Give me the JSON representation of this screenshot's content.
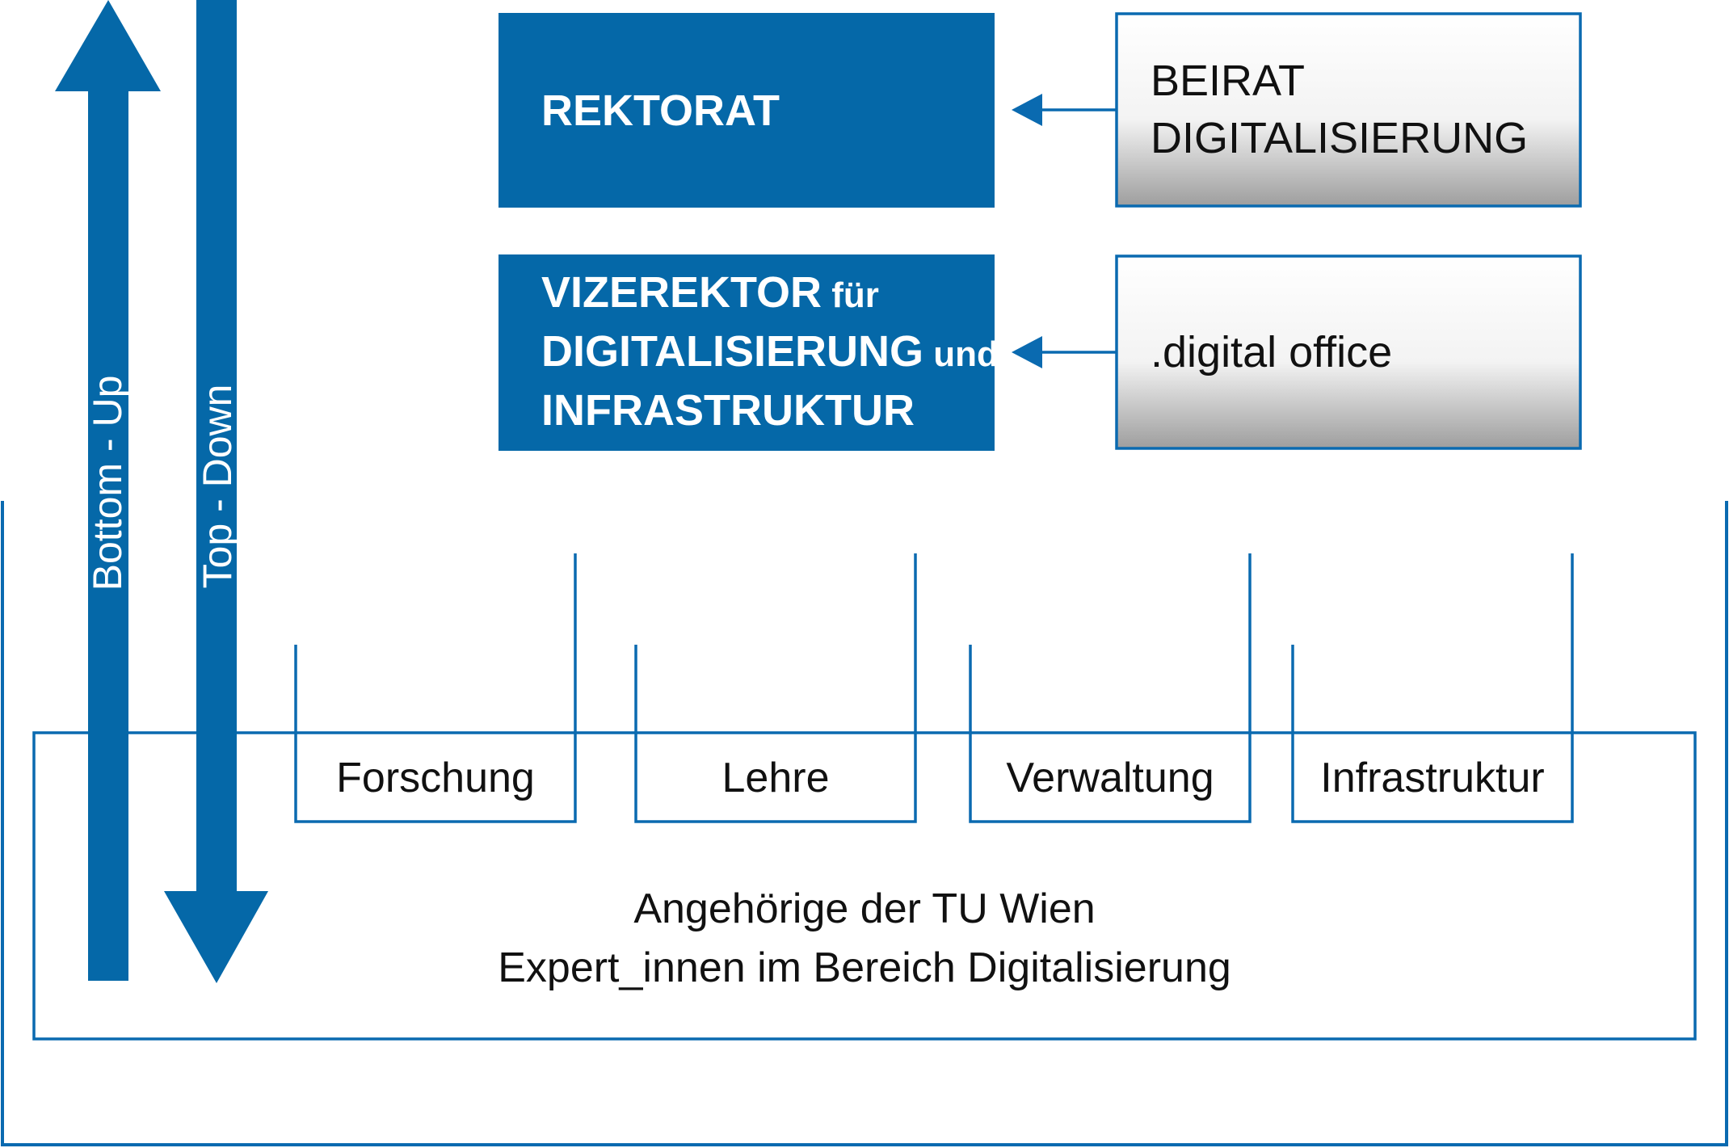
{
  "colors": {
    "primary_blue": "#0568a8",
    "line_blue": "#0a6ab0",
    "text_dark": "#111111",
    "text_white": "#ffffff",
    "gradient_light": "#ffffff",
    "gradient_dark": "#9e9e9e"
  },
  "arrows": {
    "bottom_up": {
      "label": "Bottom - Up",
      "direction": "up"
    },
    "top_down": {
      "label": "Top - Down",
      "direction": "down"
    }
  },
  "leadership": {
    "rektorat": {
      "label": "REKTORAT"
    },
    "vizerektor": {
      "lines": [
        [
          {
            "text": "VIZEREKTOR"
          },
          {
            "text": " für",
            "small": true
          }
        ],
        [
          {
            "text": "DIGITALISIERUNG"
          },
          {
            "text": " und",
            "small": true
          }
        ],
        [
          {
            "text": "INFRASTRUKTUR"
          }
        ]
      ]
    }
  },
  "advisory": {
    "beirat": {
      "lines": [
        "BEIRAT",
        "DIGITALISIERUNG"
      ]
    },
    "digital_office": {
      "label": ".digital office"
    }
  },
  "areas": [
    "Forschung",
    "Lehre",
    "Verwaltung",
    "Infrastruktur"
  ],
  "members": {
    "lines": [
      "Angehörige der TU Wien",
      "Expert_innen im Bereich Digitalisierung"
    ]
  }
}
